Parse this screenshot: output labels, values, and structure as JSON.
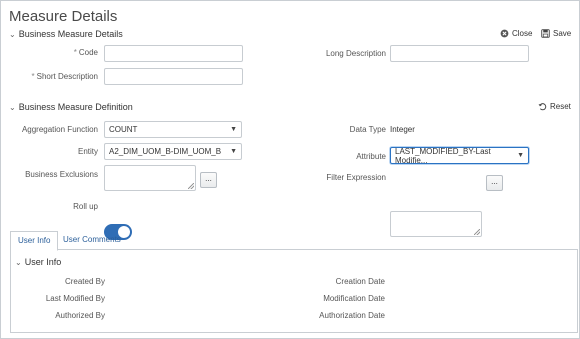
{
  "page": {
    "title": "Measure Details"
  },
  "header_actions": {
    "close_label": "Close",
    "save_label": "Save"
  },
  "business_measure_details": {
    "title": "Business Measure Details",
    "code_label": "Code",
    "short_description_label": "Short Description",
    "long_description_label": "Long Description",
    "code_value": "",
    "short_description_value": "",
    "long_description_value": ""
  },
  "business_measure_definition": {
    "title": "Business Measure Definition",
    "reset_label": "Reset",
    "aggregation_function_label": "Aggregation Function",
    "aggregation_function_value": "COUNT",
    "entity_label": "Entity",
    "entity_value": "A2_DIM_UOM_B-DIM_UOM_B",
    "business_exclusions_label": "Business Exclusions",
    "data_type_label": "Data Type",
    "data_type_value": "Integer",
    "attribute_label": "Attribute",
    "attribute_value": "LAST_MODIFIED_BY-Last Modifie...",
    "filter_expression_label": "Filter Expression",
    "rollup_label": "Roll up",
    "rollup_on": true,
    "ellipsis_label": "..."
  },
  "tabs": [
    {
      "label": "User Info",
      "active": true
    },
    {
      "label": "User Comments",
      "active": false
    }
  ],
  "user_info": {
    "title": "User Info",
    "created_by_label": "Created By",
    "last_modified_by_label": "Last Modified By",
    "authorized_by_label": "Authorized By",
    "creation_date_label": "Creation Date",
    "modification_date_label": "Modification Date",
    "authorization_date_label": "Authorization Date"
  },
  "colors": {
    "accent": "#2f6db5",
    "border": "#c7ccd1",
    "link": "#2b5f9a"
  },
  "icons": {
    "close": "circle-x-icon",
    "save": "floppy-disk-icon",
    "reset": "rotate-ccw-icon",
    "section_toggle": "chevron-down-icon",
    "dropdown": "caret-down-icon"
  }
}
